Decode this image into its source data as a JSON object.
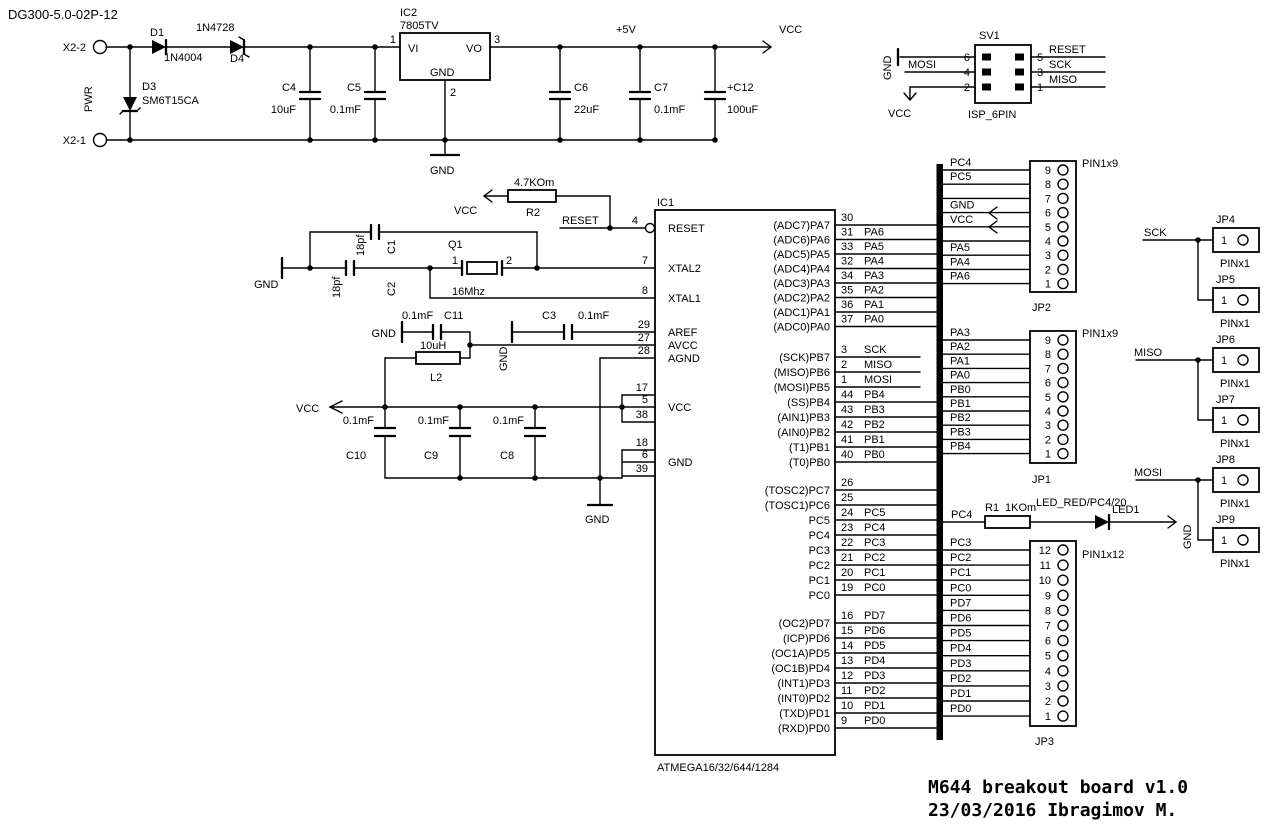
{
  "title": "DG300-5.0-02P-12",
  "footer": {
    "line1": "M644 breakout board v1.0",
    "line2": "23/03/2016 Ibragimov M."
  },
  "nets": {
    "vcc": "VCC",
    "gnd": "GND",
    "reset": "RESET",
    "plus5v": "+5V"
  },
  "power": {
    "x2_2": "X2-2",
    "x2_1": "X2-1",
    "pwr": "PWR",
    "d1": {
      "name": "D1",
      "value": "1N4004"
    },
    "d4": {
      "name": "D4",
      "value": "1N4728"
    },
    "d3": {
      "name": "D3",
      "value": "SM6T15CA"
    },
    "ic2": {
      "name": "IC2",
      "value": "7805TV",
      "pin_vi": "VI",
      "pin_vo": "VO",
      "pin_gnd": "GND",
      "num_in": "1",
      "num_out": "3",
      "num_gnd": "2"
    },
    "c4": {
      "name": "C4",
      "value": "10uF"
    },
    "c5": {
      "name": "C5",
      "value": "0.1mF"
    },
    "c6": {
      "name": "C6",
      "value": "22uF"
    },
    "c7": {
      "name": "C7",
      "value": "0.1mF"
    },
    "c12": {
      "name": "+C12",
      "value": "100uF"
    }
  },
  "isp": {
    "name": "SV1",
    "type": "ISP_6PIN",
    "left": [
      {
        "n": "6",
        "net": "GND"
      },
      {
        "n": "4",
        "net": "MOSI"
      },
      {
        "n": "2",
        "net": "VCC"
      }
    ],
    "right": [
      {
        "n": "5",
        "net": "RESET"
      },
      {
        "n": "3",
        "net": "SCK"
      },
      {
        "n": "1",
        "net": "MISO"
      }
    ]
  },
  "reset_ckt": {
    "r2": {
      "name": "R2",
      "value": "4.7KOm"
    }
  },
  "xtal": {
    "q1": {
      "name": "Q1",
      "value": "16Mhz",
      "p1": "1",
      "p2": "2"
    },
    "c1": {
      "name": "C1",
      "value": "18pf"
    },
    "c2": {
      "name": "C2",
      "value": "18pf"
    }
  },
  "analog": {
    "c3": {
      "name": "C3",
      "value": "0.1mF"
    },
    "c11": {
      "name": "C11",
      "value": "0.1mF"
    },
    "l2": {
      "name": "L2",
      "value": "10uH"
    }
  },
  "decoupling": {
    "c10": {
      "name": "C10",
      "value": "0.1mF"
    },
    "c9": {
      "name": "C9",
      "value": "0.1mF"
    },
    "c8": {
      "name": "C8",
      "value": "0.1mF"
    }
  },
  "ic1": {
    "name": "IC1",
    "part": "ATMEGA16/32/644/1284",
    "left": {
      "reset": "RESET",
      "reset_pin": "4",
      "xtal2": "XTAL2",
      "xtal2_pin": "7",
      "xtal1": "XTAL1",
      "xtal1_pin": "8",
      "aref": "AREF",
      "aref_pin": "29",
      "avcc": "AVCC",
      "avcc_pin": "27",
      "agnd": "AGND",
      "agnd_pin": "28",
      "vcc": "VCC",
      "vcc_pins": [
        "17",
        "5",
        "38"
      ],
      "gnd": "GND",
      "gnd_pins": [
        "18",
        "6",
        "39"
      ]
    },
    "porta": [
      {
        "name": "(ADC7)PA7",
        "pin": "30",
        "net": ""
      },
      {
        "name": "(ADC6)PA6",
        "pin": "31",
        "net": "PA6"
      },
      {
        "name": "(ADC5)PA5",
        "pin": "33",
        "net": "PA5"
      },
      {
        "name": "(ADC4)PA4",
        "pin": "32",
        "net": "PA4"
      },
      {
        "name": "(ADC3)PA3",
        "pin": "34",
        "net": "PA3"
      },
      {
        "name": "(ADC2)PA2",
        "pin": "35",
        "net": "PA2"
      },
      {
        "name": "(ADC1)PA1",
        "pin": "36",
        "net": "PA1"
      },
      {
        "name": "(ADC0)PA0",
        "pin": "37",
        "net": "PA0"
      }
    ],
    "portb_spi": [
      {
        "name": "(SCK)PB7",
        "pin": "3",
        "net": "SCK"
      },
      {
        "name": "(MISO)PB6",
        "pin": "2",
        "net": "MISO"
      },
      {
        "name": "(MOSI)PB5",
        "pin": "1",
        "net": "MOSI"
      }
    ],
    "portb": [
      {
        "name": "(SS)PB4",
        "pin": "44",
        "net": "PB4"
      },
      {
        "name": "(AIN1)PB3",
        "pin": "43",
        "net": "PB3"
      },
      {
        "name": "(AIN0)PB2",
        "pin": "42",
        "net": "PB2"
      },
      {
        "name": "(T1)PB1",
        "pin": "41",
        "net": "PB1"
      },
      {
        "name": "(T0)PB0",
        "pin": "40",
        "net": "PB0"
      }
    ],
    "portc": [
      {
        "name": "(TOSC2)PC7",
        "pin": "26",
        "net": ""
      },
      {
        "name": "(TOSC1)PC6",
        "pin": "25",
        "net": ""
      },
      {
        "name": "PC5",
        "pin": "24",
        "net": "PC5"
      },
      {
        "name": "PC4",
        "pin": "23",
        "net": "PC4"
      },
      {
        "name": "PC3",
        "pin": "22",
        "net": "PC3"
      },
      {
        "name": "PC2",
        "pin": "21",
        "net": "PC2"
      },
      {
        "name": "PC1",
        "pin": "20",
        "net": "PC1"
      },
      {
        "name": "PC0",
        "pin": "19",
        "net": "PC0"
      }
    ],
    "portd": [
      {
        "name": "(OC2)PD7",
        "pin": "16",
        "net": "PD7"
      },
      {
        "name": "(ICP)PD6",
        "pin": "15",
        "net": "PD6"
      },
      {
        "name": "(OC1A)PD5",
        "pin": "14",
        "net": "PD5"
      },
      {
        "name": "(OC1B)PD4",
        "pin": "13",
        "net": "PD4"
      },
      {
        "name": "(INT1)PD3",
        "pin": "12",
        "net": "PD3"
      },
      {
        "name": "(INT0)PD2",
        "pin": "11",
        "net": "PD2"
      },
      {
        "name": "(TXD)PD1",
        "pin": "10",
        "net": "PD1"
      },
      {
        "name": "(RXD)PD0",
        "pin": "9",
        "net": "PD0"
      }
    ]
  },
  "led_ckt": {
    "net": "PC4",
    "r1": {
      "name": "R1",
      "value": "1KOm"
    },
    "label": "LED_RED/PC4/20",
    "name": "LED1"
  },
  "jp2": {
    "name": "JP2",
    "type": "PIN1x9",
    "pins": [
      {
        "n": "9",
        "net": "PC4"
      },
      {
        "n": "8",
        "net": "PC5"
      },
      {
        "n": "7",
        "net": ""
      },
      {
        "n": "6",
        "net": "GND"
      },
      {
        "n": "5",
        "net": "VCC"
      },
      {
        "n": "4",
        "net": ""
      },
      {
        "n": "3",
        "net": "PA5"
      },
      {
        "n": "2",
        "net": "PA4"
      },
      {
        "n": "1",
        "net": "PA6"
      }
    ]
  },
  "jp1": {
    "name": "JP1",
    "type": "PIN1x9",
    "pins": [
      {
        "n": "9",
        "net": "PA3"
      },
      {
        "n": "8",
        "net": "PA2"
      },
      {
        "n": "7",
        "net": "PA1"
      },
      {
        "n": "6",
        "net": "PA0"
      },
      {
        "n": "5",
        "net": "PB0"
      },
      {
        "n": "4",
        "net": "PB1"
      },
      {
        "n": "3",
        "net": "PB2"
      },
      {
        "n": "2",
        "net": "PB3"
      },
      {
        "n": "1",
        "net": "PB4"
      }
    ]
  },
  "jp3": {
    "name": "JP3",
    "type": "PIN1x12",
    "pins": [
      {
        "n": "12",
        "net": "PC3"
      },
      {
        "n": "11",
        "net": "PC2"
      },
      {
        "n": "10",
        "net": "PC1"
      },
      {
        "n": "9",
        "net": "PC0"
      },
      {
        "n": "8",
        "net": "PD7"
      },
      {
        "n": "7",
        "net": "PD6"
      },
      {
        "n": "6",
        "net": "PD5"
      },
      {
        "n": "5",
        "net": "PD4"
      },
      {
        "n": "4",
        "net": "PD3"
      },
      {
        "n": "3",
        "net": "PD2"
      },
      {
        "n": "2",
        "net": "PD1"
      },
      {
        "n": "1",
        "net": "PD0"
      }
    ]
  },
  "aux_headers": {
    "sck": "SCK",
    "miso": "MISO",
    "mosi": "MOSI",
    "items": [
      {
        "name": "JP4",
        "pin": "1",
        "type": "PINx1"
      },
      {
        "name": "JP5",
        "pin": "1",
        "type": "PINx1"
      },
      {
        "name": "JP6",
        "pin": "1",
        "type": "PINx1"
      },
      {
        "name": "JP7",
        "pin": "1",
        "type": "PINx1"
      },
      {
        "name": "JP8",
        "pin": "1",
        "type": "PINx1"
      },
      {
        "name": "JP9",
        "pin": "1",
        "type": "PINx1"
      }
    ]
  }
}
